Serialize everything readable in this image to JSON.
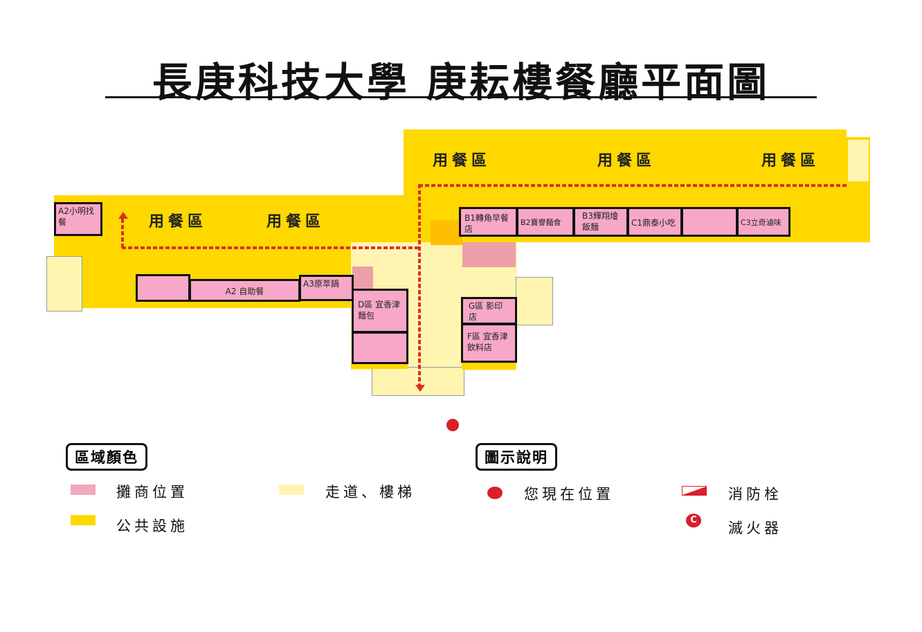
{
  "title": "長庚科技大學  庚耘樓餐廳平面圖",
  "dining_label": "用餐區",
  "stalls": {
    "a2_xiaoming": "A2小明找餐",
    "a2_buffet": "A2 自助餐",
    "a3": "A3原萃鍋",
    "d": "D區 宜香津麵包",
    "b1": "B1轉角早餐店",
    "b2": "B2寶譽麵食",
    "b3": "B3輝翔燴飯麵",
    "c1": "C1鼎泰小吃",
    "c3": "C3立奇滷味",
    "g": "G區 影印店",
    "f": "F區 宜香津飲料店"
  },
  "legend": {
    "zone_colors_title": "區域顏色",
    "icons_title": "圖示說明",
    "vendor": "攤商位置",
    "corridor": "走道、樓梯",
    "public": "公共設施",
    "you_are_here": "您現在位置",
    "hydrant": "消防栓",
    "extinguisher": "滅火器"
  },
  "colors": {
    "vendor": "#f7a8c8",
    "corridor": "#fff5b0",
    "public": "#ffd800",
    "route": "#d8302a"
  }
}
